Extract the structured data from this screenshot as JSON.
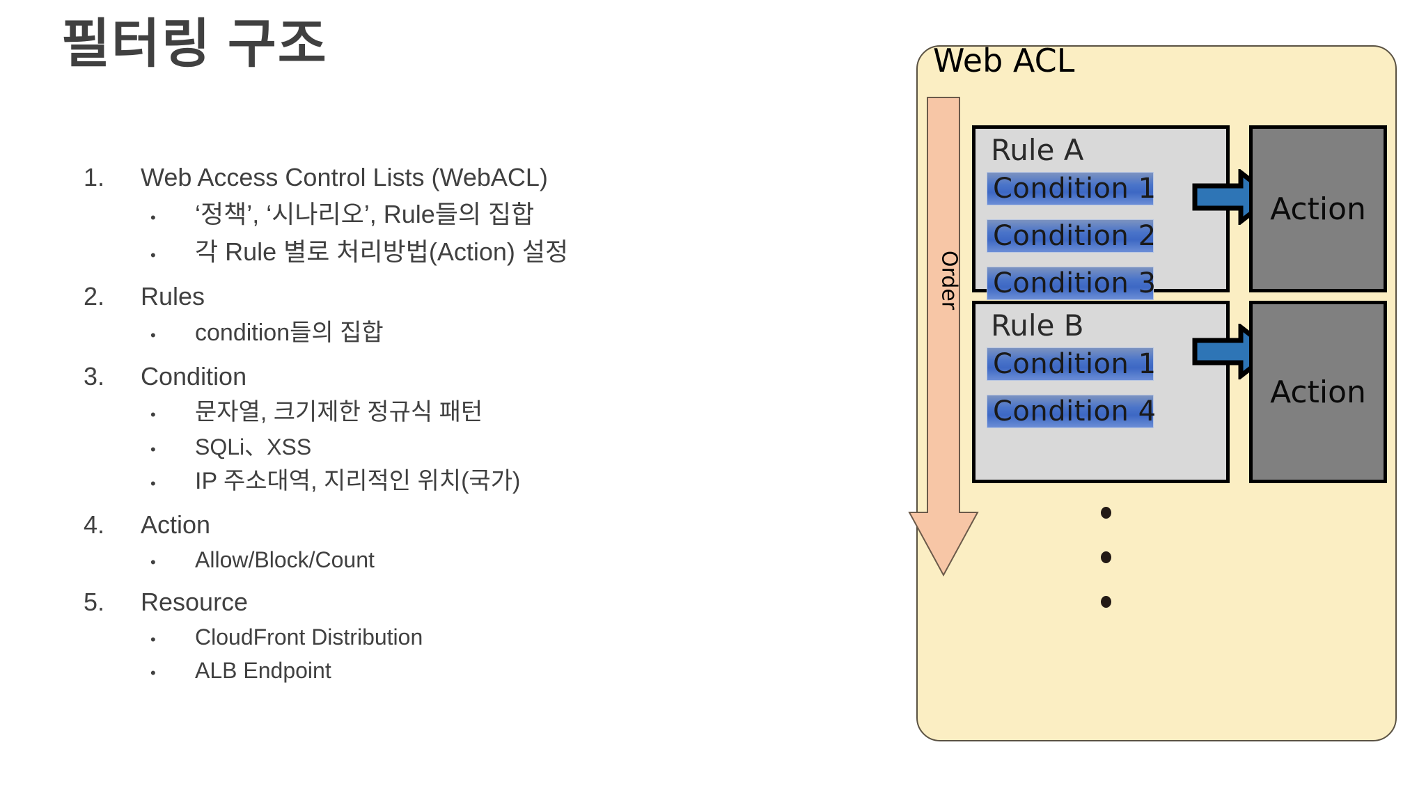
{
  "slide": {
    "title": "필터링 구조"
  },
  "outline": [
    {
      "marker": "1.",
      "text": "Web Access Control Lists (WebACL)",
      "children": [
        {
          "bullet": "•",
          "text": "‘정책’, ‘시나리오’, Rule들의 집합",
          "korean": true,
          "large": true
        },
        {
          "bullet": "•",
          "text": "각 Rule 별로 처리방법(Action) 설정",
          "korean": true,
          "large": true
        }
      ]
    },
    {
      "marker": "2.",
      "text": "Rules",
      "children": [
        {
          "bullet": "•",
          "text": "condition들의 집합",
          "korean": true,
          "large": false
        }
      ]
    },
    {
      "marker": "3.",
      "text": "Condition",
      "children": [
        {
          "bullet": "•",
          "text": "문자열, 크기제한 정규식 패턴",
          "korean": true,
          "large": false
        },
        {
          "bullet": "•",
          "text": "SQLi、XSS",
          "korean": false,
          "large": false
        },
        {
          "bullet": "•",
          "text": "IP 주소대역, 지리적인 위치(국가)",
          "korean": true,
          "large": false
        }
      ]
    },
    {
      "marker": "4.",
      "text": "Action",
      "children": [
        {
          "bullet": "•",
          "text": "Allow/Block/Count",
          "korean": false,
          "large": false
        }
      ]
    },
    {
      "marker": "5.",
      "text": "Resource",
      "children": [
        {
          "bullet": "•",
          "text": "CloudFront Distribution",
          "korean": false,
          "large": false
        },
        {
          "bullet": "•",
          "text": "ALB Endpoint",
          "korean": false,
          "large": false
        }
      ]
    }
  ],
  "diagram": {
    "container_label": "Web ACL",
    "order_label": "Order",
    "ellipsis_count": 3,
    "rules": [
      {
        "name": "Rule A",
        "conditions": [
          "Condition 1",
          "Condition 2",
          "Condition 3"
        ],
        "action": "Action"
      },
      {
        "name": "Rule B",
        "conditions": [
          "Condition 1",
          "Condition 4"
        ],
        "action": "Action"
      }
    ],
    "colors": {
      "container_fill": "#fbeec3",
      "container_border": "#5a5243",
      "rule_fill": "#d9d9d9",
      "rule_border": "#000000",
      "condition_blue": "#3d68c4",
      "action_fill": "#808080",
      "order_arrow_fill": "#f7c6a6",
      "connector_arrow_fill": "#2e75b6",
      "title_color": "#404040"
    }
  }
}
